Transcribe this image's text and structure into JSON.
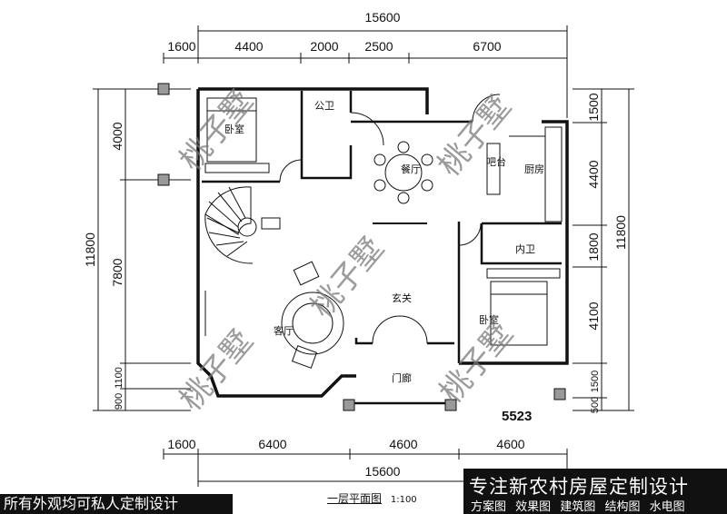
{
  "plan": {
    "dims_top": {
      "total": "15600",
      "segments": [
        "1600",
        "4400",
        "2000",
        "2500",
        "6700"
      ]
    },
    "dims_bottom": {
      "total": "15600",
      "segments": [
        "1600",
        "6400",
        "4600",
        "4600"
      ]
    },
    "dims_left": {
      "total": "11800",
      "segments": [
        "4000",
        "7800",
        "1100",
        "900"
      ]
    },
    "dims_right": {
      "total": "11800",
      "segments": [
        "1500",
        "4400",
        "1800",
        "4100",
        "1500",
        "500"
      ]
    },
    "rooms": {
      "bedroom_nw": "卧室",
      "wc_public": "公卫",
      "dining": "餐厅",
      "bar": "吧台",
      "kitchen": "厨房",
      "wc_private": "内卫",
      "bedroom_e": "卧室",
      "foyer": "玄关",
      "living": "客厅",
      "porch": "门廊"
    },
    "plan_code": "5523",
    "caption_title": "一层平面图",
    "caption_scale": "1:100",
    "watermark": "桃子墅"
  },
  "banner": {
    "main": "专注新农村房屋定制设计",
    "services": [
      "方案图",
      "效果图",
      "建筑图",
      "结构图",
      "水电图"
    ]
  },
  "footer_note": "所有外观均可私人定制设计"
}
